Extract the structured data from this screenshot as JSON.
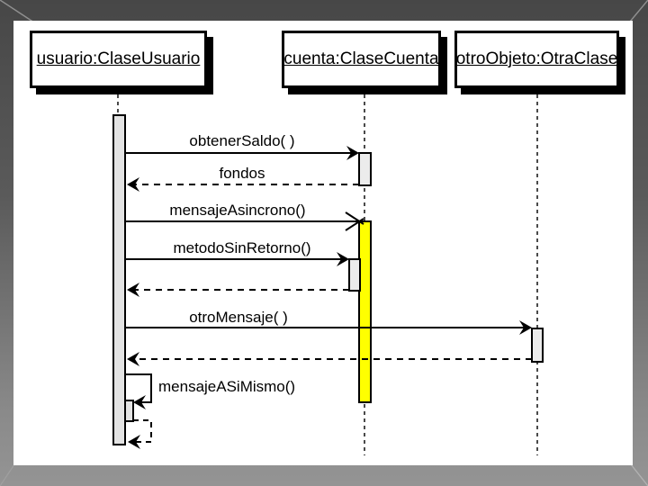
{
  "diagram": {
    "type": "uml-sequence",
    "lifelines": [
      {
        "id": "usuario",
        "label": "usuario:ClaseUsuario"
      },
      {
        "id": "cuenta",
        "label": "cuenta:ClaseCuenta"
      },
      {
        "id": "otroObjeto",
        "label": "otroObjeto:OtraClase"
      }
    ],
    "messages": [
      {
        "label": "obtenerSaldo( )",
        "from": "usuario",
        "to": "cuenta",
        "kind": "synchronous-call"
      },
      {
        "label": "fondos",
        "from": "cuenta",
        "to": "usuario",
        "kind": "return"
      },
      {
        "label": "mensajeAsincrono()",
        "from": "usuario",
        "to": "cuenta",
        "kind": "asynchronous-call"
      },
      {
        "label": "metodoSinRetorno()",
        "from": "usuario",
        "to": "cuenta",
        "kind": "synchronous-call"
      },
      {
        "label": "",
        "from": "cuenta",
        "to": "usuario",
        "kind": "return"
      },
      {
        "label": "otroMensaje( )",
        "from": "usuario",
        "to": "otroObjeto",
        "kind": "synchronous-call"
      },
      {
        "label": "",
        "from": "otroObjeto",
        "to": "usuario",
        "kind": "return"
      },
      {
        "label": "mensajeASiMismo()",
        "from": "usuario",
        "to": "usuario",
        "kind": "self-call"
      },
      {
        "label": "",
        "from": "usuario",
        "to": "usuario",
        "kind": "self-return"
      }
    ],
    "colors": {
      "highlight_activation": "#ffff00",
      "activation_fill": "#e8e8e8",
      "canvas": "#ffffff",
      "line": "#000000"
    }
  }
}
